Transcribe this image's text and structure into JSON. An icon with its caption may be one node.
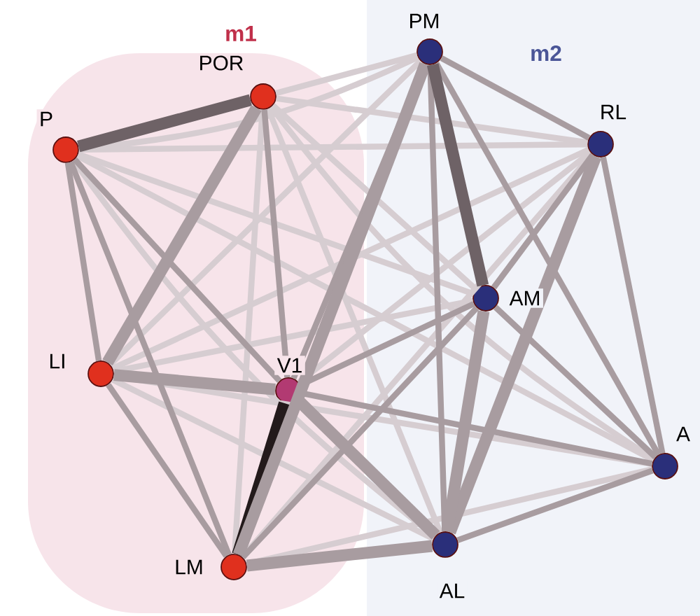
{
  "diagram": {
    "nodes": [
      {
        "text": [
          "m1"
        ]
      },
      {
        "text": [
          "m2"
        ]
      },
      {
        "text": [
          "P"
        ],
        "in": 0
      },
      {
        "text": [
          "POR"
        ],
        "in": 0
      },
      {
        "text": [
          "PM"
        ],
        "in": 1
      },
      {
        "text": [
          "RL"
        ],
        "in": 1
      },
      {
        "text": [
          "AM"
        ],
        "in": 1
      },
      {
        "text": [
          "LI"
        ],
        "in": 0
      },
      {
        "text": [
          "V1"
        ],
        "in": 0
      },
      {
        "text": [
          "A"
        ],
        "in": 1
      },
      {
        "text": [
          "LM"
        ],
        "in": 0
      },
      {
        "text": [
          "AL"
        ],
        "in": 1
      }
    ],
    "edges": [
      {
        "from": 2,
        "to": 3,
        "arrow": "none",
        "style": "thick",
        "color": "#6e6266"
      },
      {
        "from": 2,
        "to": 7,
        "arrow": "none"
      },
      {
        "from": 2,
        "to": 10,
        "arrow": "none"
      },
      {
        "from": 2,
        "to": 8,
        "arrow": "none"
      },
      {
        "from": 2,
        "to": 6,
        "arrow": "none",
        "color": "#d6cdd1"
      },
      {
        "from": 2,
        "to": 5,
        "arrow": "none",
        "color": "#d6cdd1"
      },
      {
        "from": 2,
        "to": 4,
        "arrow": "none",
        "color": "#d6cdd1"
      },
      {
        "from": 2,
        "to": 11,
        "arrow": "none",
        "color": "#d6cdd1"
      },
      {
        "from": 2,
        "to": 9,
        "arrow": "none",
        "color": "#d6cdd1"
      },
      {
        "from": 3,
        "to": 7,
        "arrow": "none",
        "style": "thick"
      },
      {
        "from": 3,
        "to": 8,
        "arrow": "none"
      },
      {
        "from": 3,
        "to": 10,
        "arrow": "none",
        "color": "#d6cdd1"
      },
      {
        "from": 3,
        "to": 4,
        "arrow": "none",
        "color": "#d6cdd1"
      },
      {
        "from": 3,
        "to": 11,
        "arrow": "none",
        "color": "#d6cdd1"
      },
      {
        "from": 3,
        "to": 6,
        "arrow": "none",
        "color": "#d6cdd1"
      },
      {
        "from": 3,
        "to": 5,
        "arrow": "none",
        "color": "#d6cdd1"
      },
      {
        "from": 3,
        "to": 9,
        "arrow": "none",
        "color": "#d6cdd1"
      },
      {
        "from": 7,
        "to": 8,
        "arrow": "none",
        "style": "thick"
      },
      {
        "from": 7,
        "to": 10,
        "arrow": "none"
      },
      {
        "from": 7,
        "to": 4,
        "arrow": "none",
        "color": "#d6cdd1"
      },
      {
        "from": 7,
        "to": 5,
        "arrow": "none",
        "color": "#d6cdd1"
      },
      {
        "from": 7,
        "to": 6,
        "arrow": "none",
        "color": "#d6cdd1"
      },
      {
        "from": 7,
        "to": 11,
        "arrow": "none",
        "color": "#d6cdd1"
      },
      {
        "from": 7,
        "to": 9,
        "arrow": "none",
        "color": "#d6cdd1"
      },
      {
        "from": 8,
        "to": 10,
        "arrow": "none",
        "style": "thick",
        "color": "#231a1b"
      },
      {
        "from": 8,
        "to": 11,
        "arrow": "none",
        "style": "thick"
      },
      {
        "from": 8,
        "to": 6,
        "arrow": "none"
      },
      {
        "from": 8,
        "to": 5,
        "arrow": "none",
        "color": "#d6cdd1"
      },
      {
        "from": 8,
        "to": 9,
        "arrow": "none"
      },
      {
        "from": 8,
        "to": 4,
        "arrow": "none"
      },
      {
        "from": 10,
        "to": 4,
        "arrow": "none",
        "style": "thick"
      },
      {
        "from": 10,
        "to": 11,
        "arrow": "none",
        "style": "thick"
      },
      {
        "from": 10,
        "to": 6,
        "arrow": "none"
      },
      {
        "from": 10,
        "to": 5,
        "arrow": "none",
        "color": "#d6cdd1"
      },
      {
        "from": 10,
        "to": 9,
        "arrow": "none",
        "color": "#d6cdd1"
      },
      {
        "from": 4,
        "to": 6,
        "arrow": "none",
        "style": "thick",
        "color": "#6e6266"
      },
      {
        "from": 4,
        "to": 5,
        "arrow": "none"
      },
      {
        "from": 4,
        "to": 11,
        "arrow": "none"
      },
      {
        "from": 4,
        "to": 9,
        "arrow": "none"
      },
      {
        "from": 5,
        "to": 6,
        "arrow": "none"
      },
      {
        "from": 5,
        "to": 11,
        "arrow": "none",
        "style": "thick"
      },
      {
        "from": 5,
        "to": 9,
        "arrow": "none"
      },
      {
        "from": 6,
        "to": 11,
        "arrow": "none",
        "style": "thick"
      },
      {
        "from": 6,
        "to": 9,
        "arrow": "none"
      },
      {
        "from": 11,
        "to": 9,
        "arrow": "none"
      }
    ]
  }
}
